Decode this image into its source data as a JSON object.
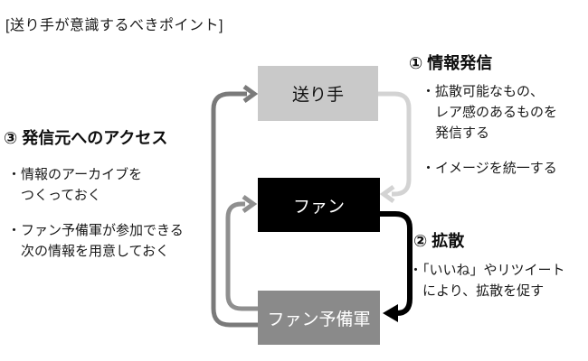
{
  "title": "[送り手が意識するべきポイント]",
  "boxes": {
    "sender": {
      "label": "送り手",
      "bg": "#c9c9c9"
    },
    "fan": {
      "label": "ファン",
      "bg": "#000000"
    },
    "fan_reserve": {
      "label": "ファン予備軍",
      "bg": "#8a8a8a"
    }
  },
  "sections": {
    "info_send": {
      "heading": "① 情報発信",
      "bullets": [
        {
          "lines": [
            "・拡散可能なもの、",
            "　レア感のあるものを",
            "　発信する"
          ]
        },
        {
          "lines": [
            "・イメージを統一する"
          ]
        }
      ]
    },
    "spread": {
      "heading": "② 拡散",
      "bullets": [
        {
          "lines": [
            "・「いいね」やリツイート",
            "　により、拡散を促す"
          ]
        }
      ]
    },
    "access": {
      "heading": "③ 発信元へのアクセス",
      "bullets": [
        {
          "lines": [
            "・情報のアーカイブを",
            "　つくっておく"
          ]
        },
        {
          "lines": [
            "・ファン予備軍が参加できる",
            "　次の情報を用意しておく"
          ]
        }
      ]
    }
  },
  "arrows": {
    "access_loop": {
      "from": "ファン予備軍",
      "to": "送り手",
      "color": "#7a7a7a"
    },
    "reserve_to_fan": {
      "from": "ファン予備軍",
      "to": "ファン",
      "color": "#8f8f8f"
    },
    "sender_to_fan": {
      "from": "送り手",
      "to": "ファン",
      "color": "#d3d3d3"
    },
    "fan_to_reserve": {
      "from": "ファン",
      "to": "ファン予備軍",
      "color": "#000000"
    }
  }
}
